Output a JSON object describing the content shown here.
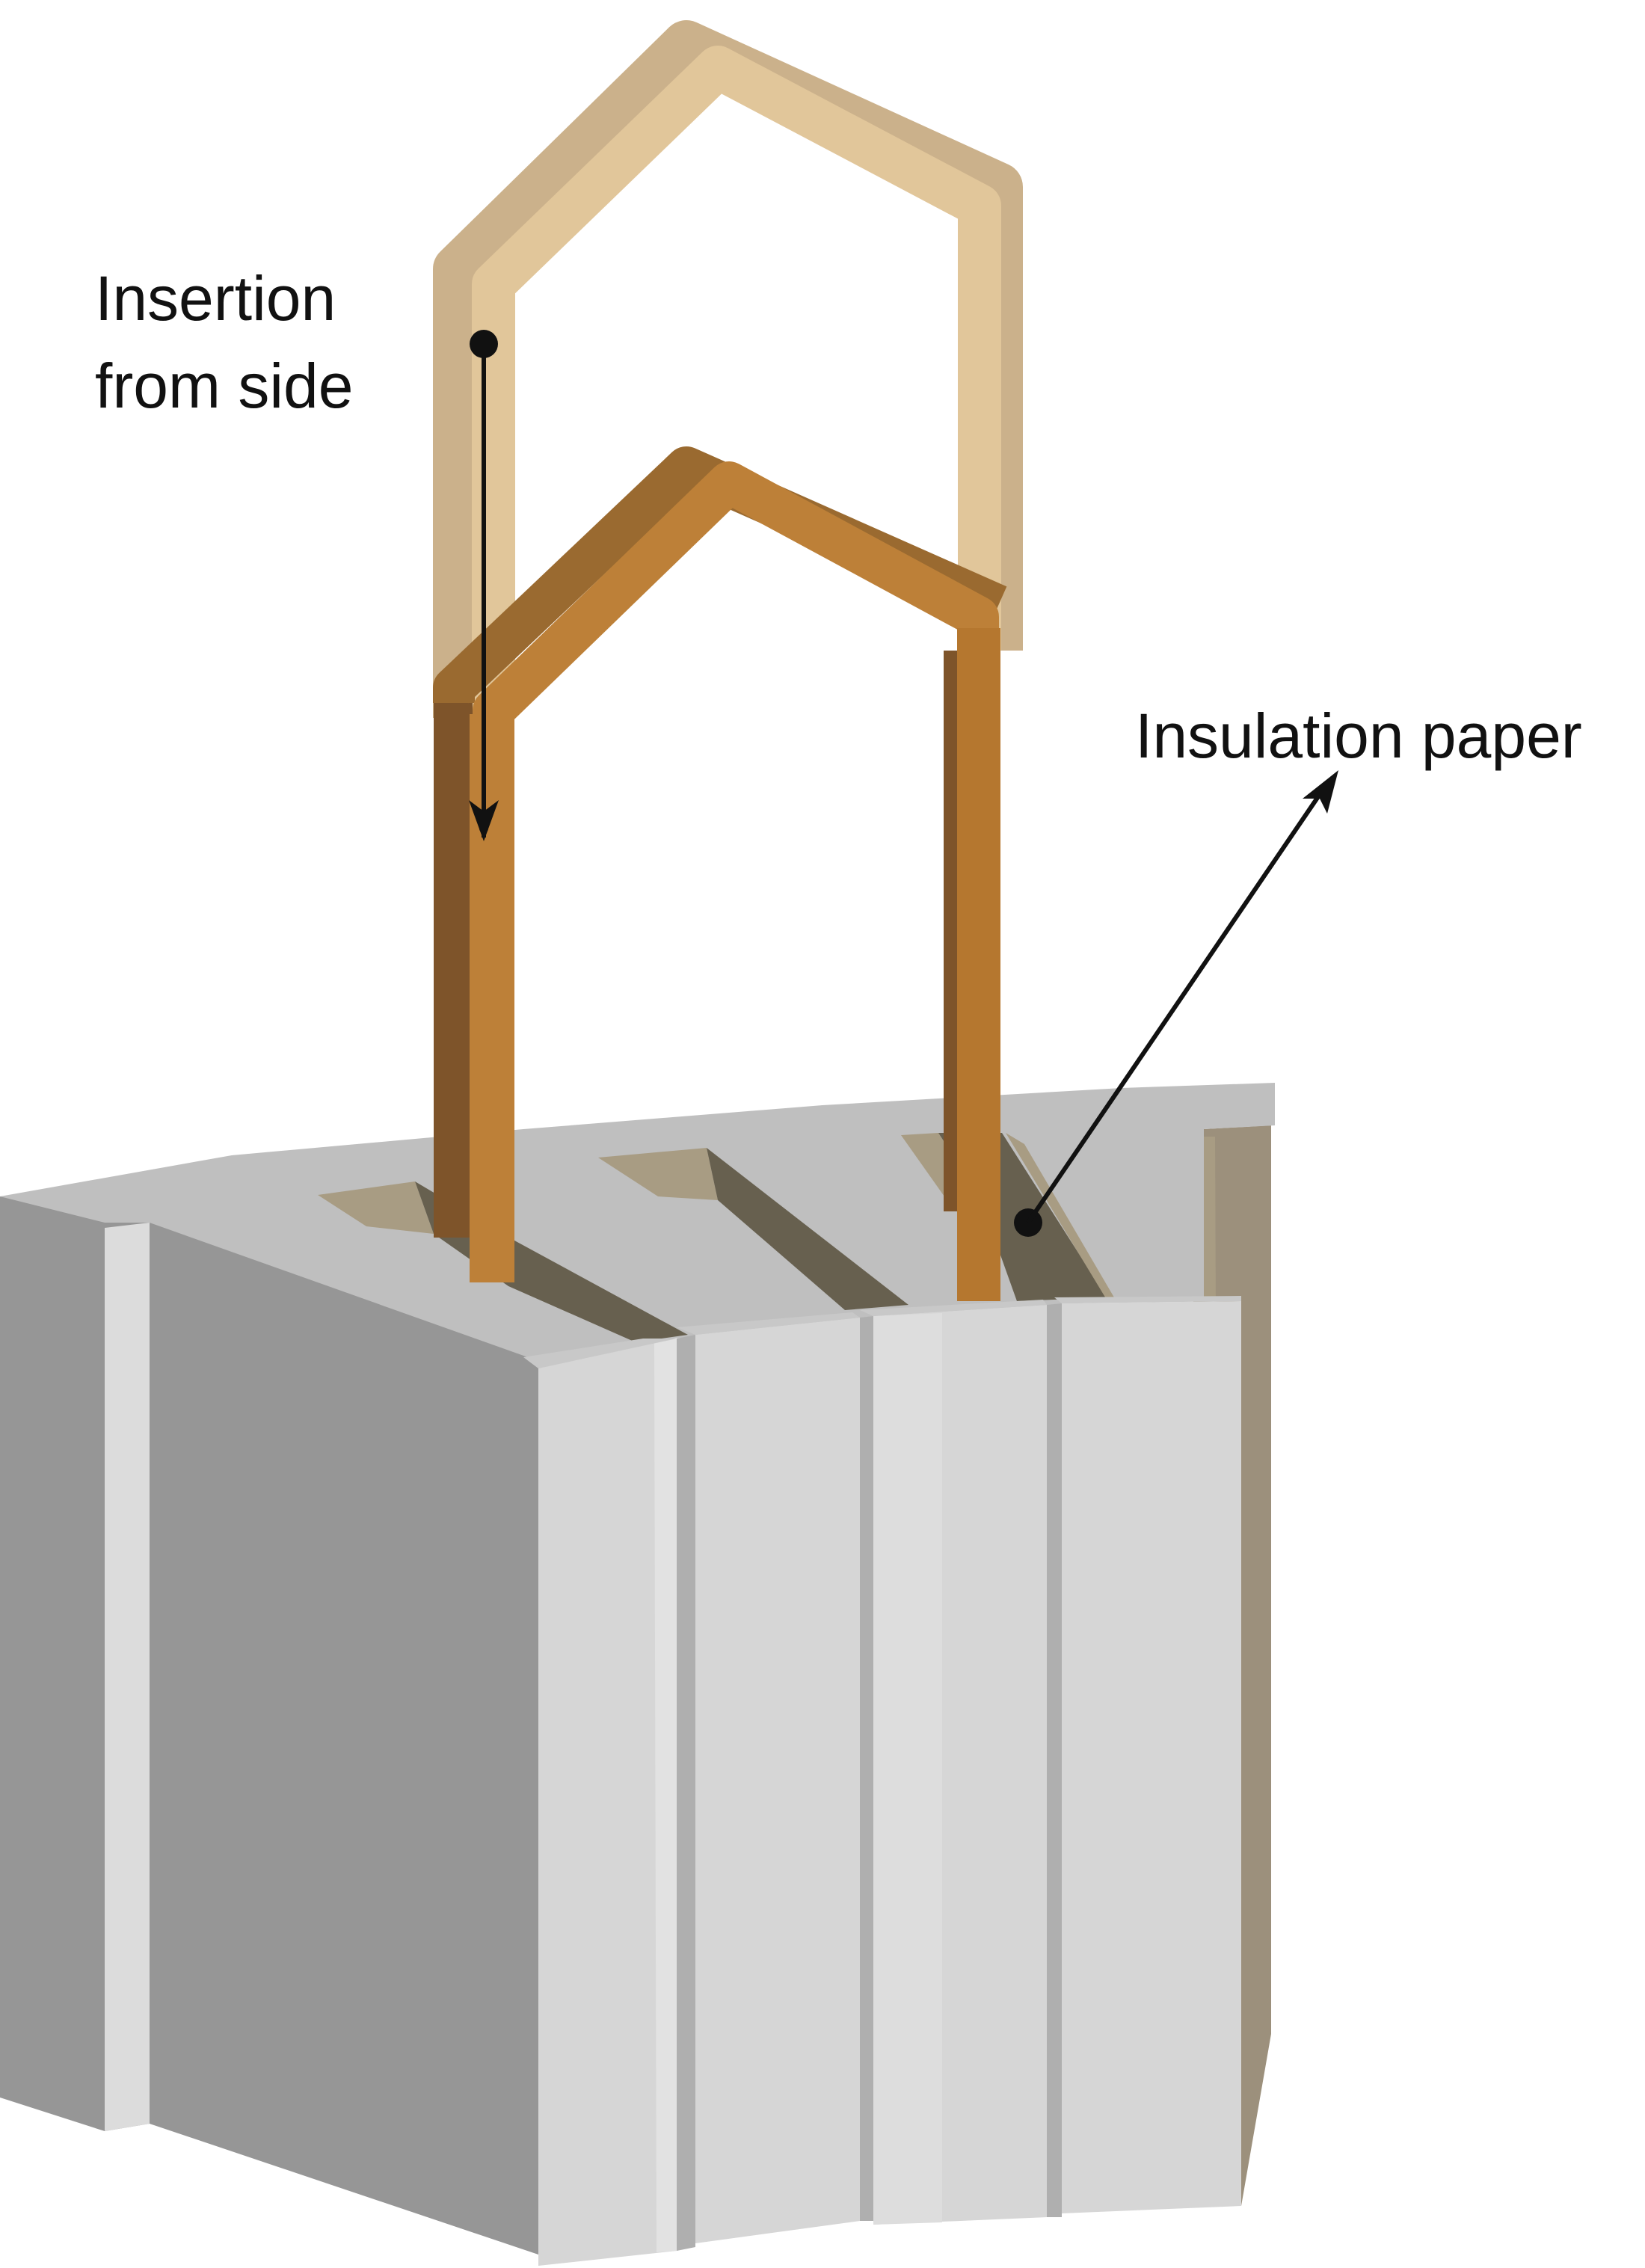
{
  "labels": {
    "insertion_line1": "Insertion",
    "insertion_line2": "from side",
    "insulation": "Insulation paper"
  },
  "colors": {
    "coil_front": "#BD8038",
    "coil_shadow": "#7E542A",
    "coil_ghost": "#E0C395",
    "coil_ghost_shadow": "#C9AD85",
    "stator_top": "#BFBFBF",
    "stator_side": "#969696",
    "stator_tooth": "#D6D6D6",
    "stator_tooth_edge": "#E2E2E2",
    "slot_floor": "#67604F",
    "slot_paper": "#A89C83",
    "back_wall": "#9C907C",
    "arrow": "#111111"
  }
}
